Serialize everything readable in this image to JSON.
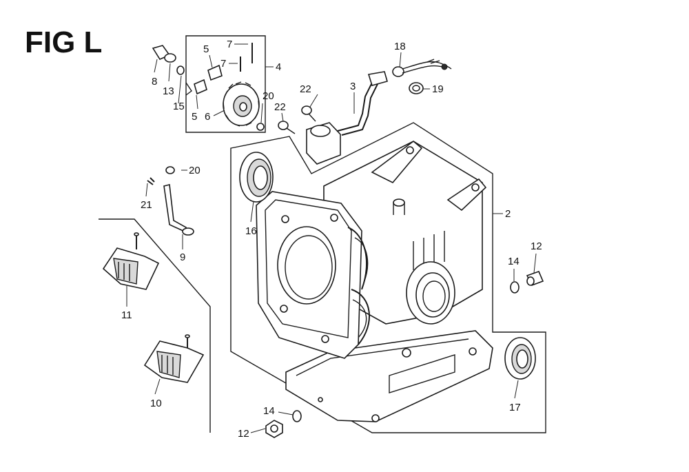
{
  "title": "FIG L",
  "callouts": {
    "p2": "2",
    "p3": "3",
    "p4": "4",
    "p5a": "5",
    "p5b": "5",
    "p6": "6",
    "p7a": "7",
    "p7b": "7",
    "p8": "8",
    "p9": "9",
    "p10": "10",
    "p11": "11",
    "p12a": "12",
    "p12b": "12",
    "p13": "13",
    "p14a": "14",
    "p14b": "14",
    "p15": "15",
    "p16": "16",
    "p17": "17",
    "p18": "18",
    "p19": "19",
    "p20a": "20",
    "p20b": "20",
    "p21": "21",
    "p22a": "22",
    "p22b": "22"
  }
}
